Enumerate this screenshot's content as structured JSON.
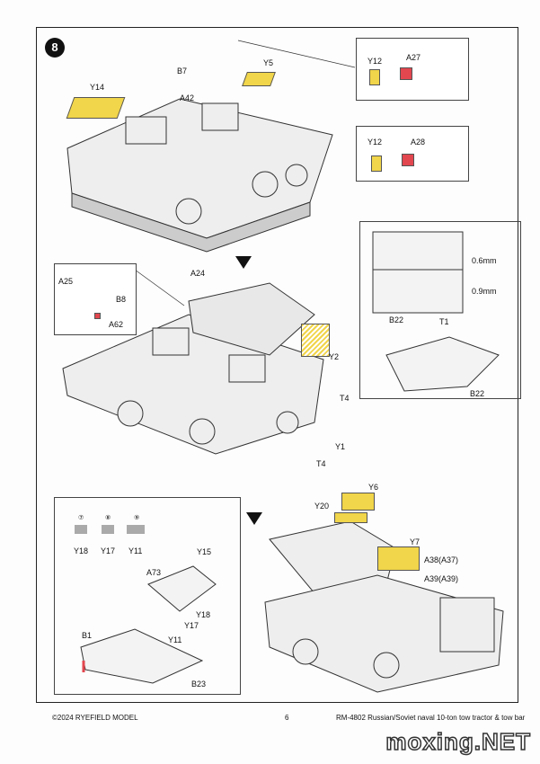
{
  "step_number": "8",
  "parts": {
    "top": [
      "B7",
      "Y5",
      "Y14",
      "A42"
    ],
    "inset_a27": [
      "Y12",
      "A27"
    ],
    "inset_a28": [
      "Y12",
      "A28"
    ],
    "middle": [
      "A24",
      "Y2",
      "T4",
      "Y1",
      "T4"
    ],
    "callout_wheel": [
      "A25",
      "B8",
      "A62"
    ],
    "inset_b22": {
      "part": "B22",
      "thick1": "0.6mm",
      "thick2": "0.9mm",
      "t1": "T1",
      "part2": "B22"
    },
    "bottom_left": {
      "icons": [
        {
          "num": "⑦",
          "label": "Y18"
        },
        {
          "num": "⑧",
          "label": "Y17"
        },
        {
          "num": "⑨",
          "label": "Y11"
        }
      ],
      "labels": [
        "Y15",
        "A73",
        "Y18",
        "Y17",
        "Y11",
        "B1",
        "B23"
      ]
    },
    "bottom_right": [
      "Y6",
      "Y20",
      "Y7",
      "A38(A37)",
      "A39(A39)"
    ]
  },
  "footer": {
    "copyright": "©2024 RYEFIELD MODEL",
    "page": "6",
    "title": "RM-4802 Russian/Soviet naval 10-ton tow tractor & tow bar"
  },
  "watermark": "moxing.NET"
}
